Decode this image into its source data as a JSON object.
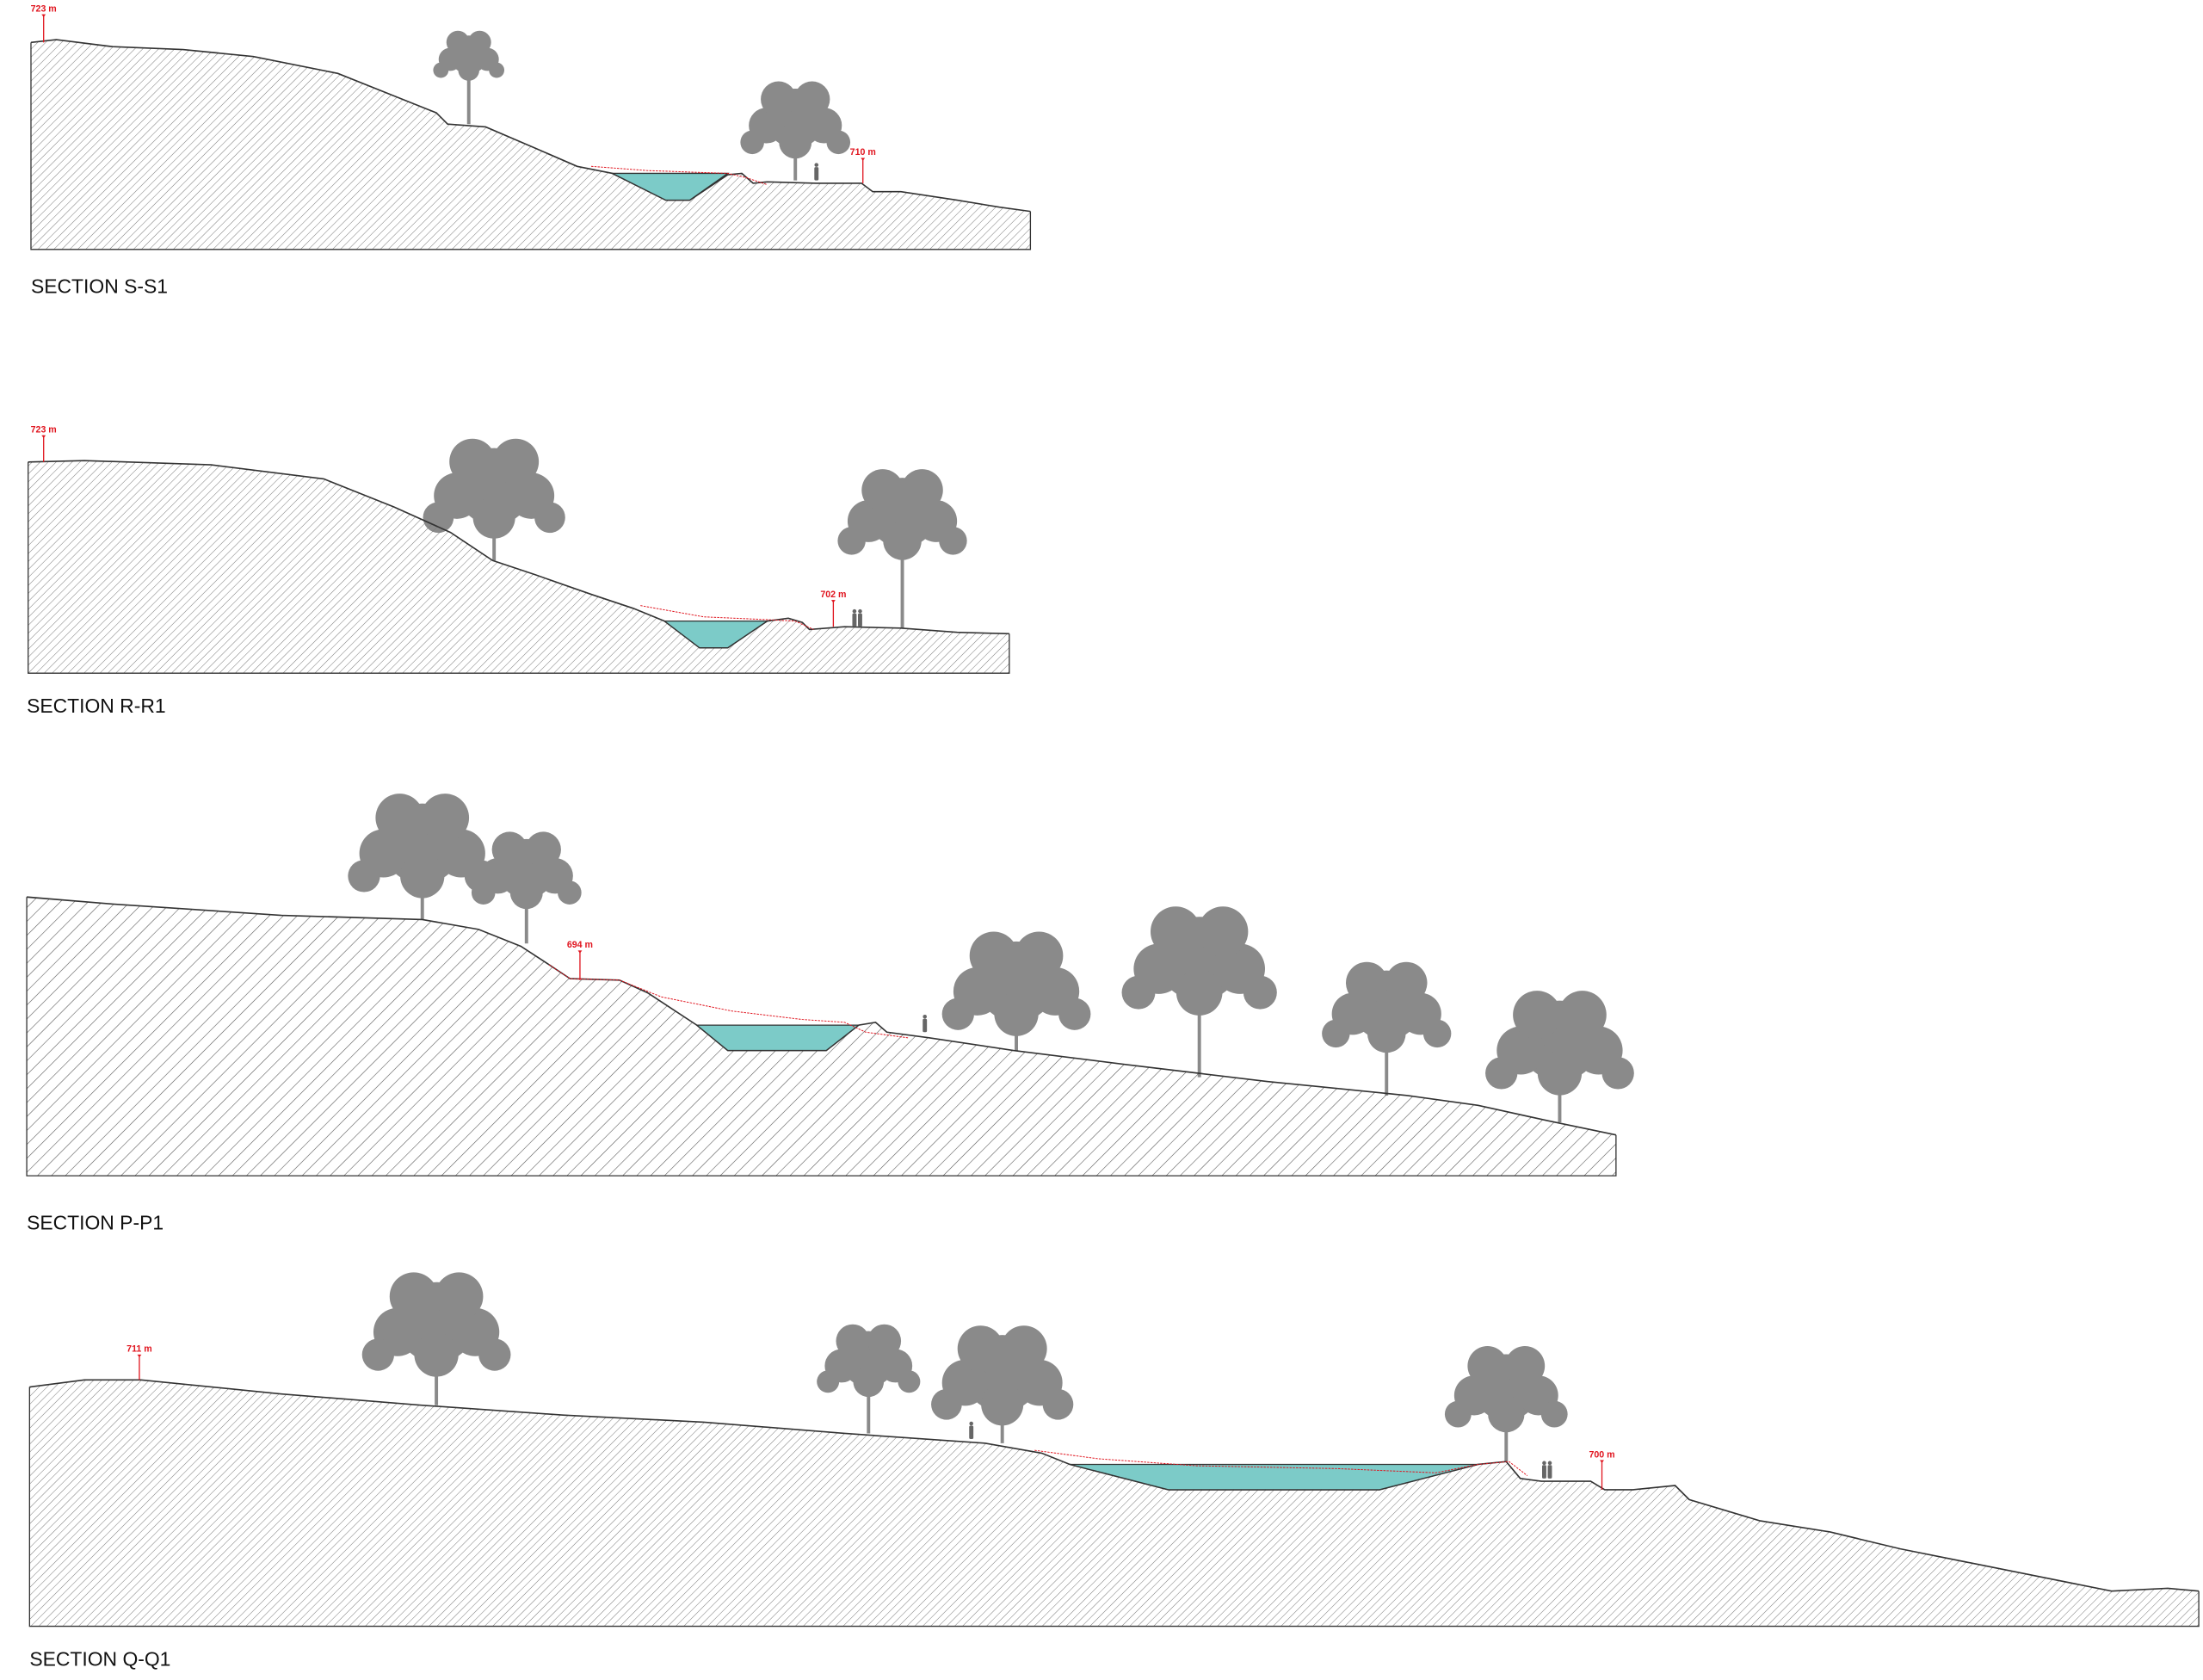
{
  "colors": {
    "water": "#7ccbc8",
    "elevation": "#e0141e",
    "tree": "#8a8a8a",
    "outline": "#333333"
  },
  "sections": [
    {
      "title": "SECTION S-S1",
      "elevations": [
        "723 m",
        "710 m"
      ]
    },
    {
      "title": "SECTION R-R1",
      "elevations": [
        "723 m",
        "702 m"
      ]
    },
    {
      "title": "SECTION P-P1",
      "elevations": [
        "694 m"
      ]
    },
    {
      "title": "SECTION Q-Q1",
      "elevations": [
        "711 m",
        "700 m"
      ]
    }
  ]
}
